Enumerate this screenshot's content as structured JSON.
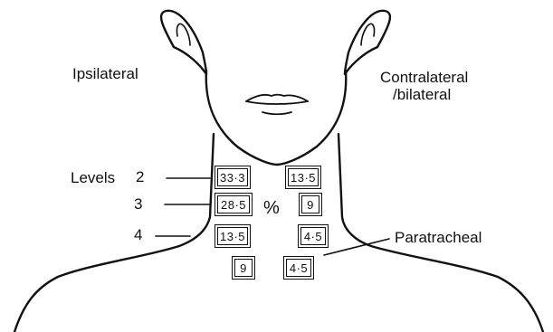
{
  "labels": {
    "ipsilateral": "Ipsilateral",
    "contralateral_line1": "Contralateral",
    "contralateral_line2": "/bilateral",
    "levels": "Levels",
    "level2": "2",
    "level3": "3",
    "level4": "4",
    "percent": "%",
    "paratracheal": "Paratracheal"
  },
  "values": {
    "ipsi_level2": "33·3",
    "ipsi_level3": "28·5",
    "ipsi_level4": "13·5",
    "ipsi_paratracheal": "9",
    "contra_level2": "13·5",
    "contra_level3": "9",
    "contra_level4": "4·5",
    "contra_paratracheal": "4·5"
  },
  "colors": {
    "ink": "#111111",
    "background": "#ffffff"
  }
}
